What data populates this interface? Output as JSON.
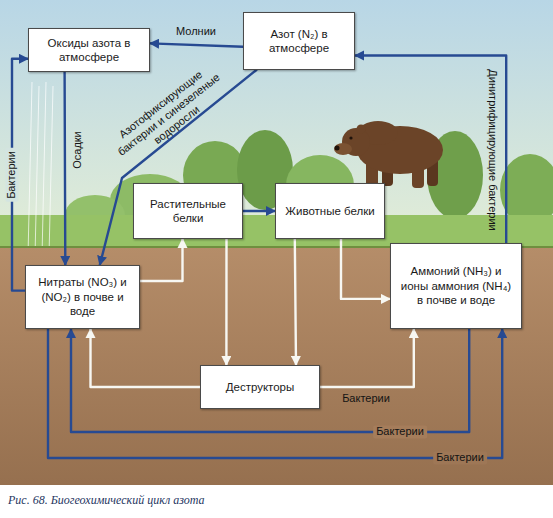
{
  "diagram": {
    "caption": "Рис. 68. Биогеохимический цикл азота",
    "nodes": [
      {
        "text": [
          "Оксиды азота в атмосфере"
        ]
      },
      {
        "text": [
          "Азот (N₂) в атмосфере"
        ]
      },
      {
        "text": [
          "Растительные белки"
        ]
      },
      {
        "text": [
          "Животные белки"
        ]
      },
      {
        "text": [
          "Нитраты (NO₃) и (NO₂) в почве и воде"
        ]
      },
      {
        "text": [
          "Аммоний (NH₃) и ионы аммония (NH₄) в почве и воде"
        ]
      },
      {
        "text": [
          "Деструкторы"
        ]
      }
    ],
    "edges": [
      {
        "from": 1,
        "to": 0,
        "label": "Молнии",
        "arrow": "to"
      },
      {
        "from": 0,
        "to": 4,
        "label": "Осадки",
        "arrow": "to"
      },
      {
        "from": 4,
        "to": 0,
        "label": "Бактерии",
        "arrow": "to"
      },
      {
        "from": 1,
        "to": 4,
        "label": "Азотофиксирующие бактерии и синезеленые водоросли",
        "arrow": "to"
      },
      {
        "from": 5,
        "to": 1,
        "label": "Динитрифицирующие бактерии",
        "arrow": "to"
      },
      {
        "from": 4,
        "to": 2,
        "arrow": "to"
      },
      {
        "from": 2,
        "to": 3,
        "arrow": "to"
      },
      {
        "from": 2,
        "to": 6,
        "arrow": "to"
      },
      {
        "from": 3,
        "to": 6,
        "arrow": "to"
      },
      {
        "from": 3,
        "to": 5,
        "arrow": "to"
      },
      {
        "from": 6,
        "to": 5,
        "label": "Бактерии",
        "arrow": "to"
      },
      {
        "from": 6,
        "to": 4,
        "arrow": "to"
      },
      {
        "from": 5,
        "to": 4,
        "label": "Бактерии",
        "arrow": "to"
      },
      {
        "from": 4,
        "to": 5,
        "label": "Бактерии",
        "arrow": "to"
      }
    ]
  }
}
